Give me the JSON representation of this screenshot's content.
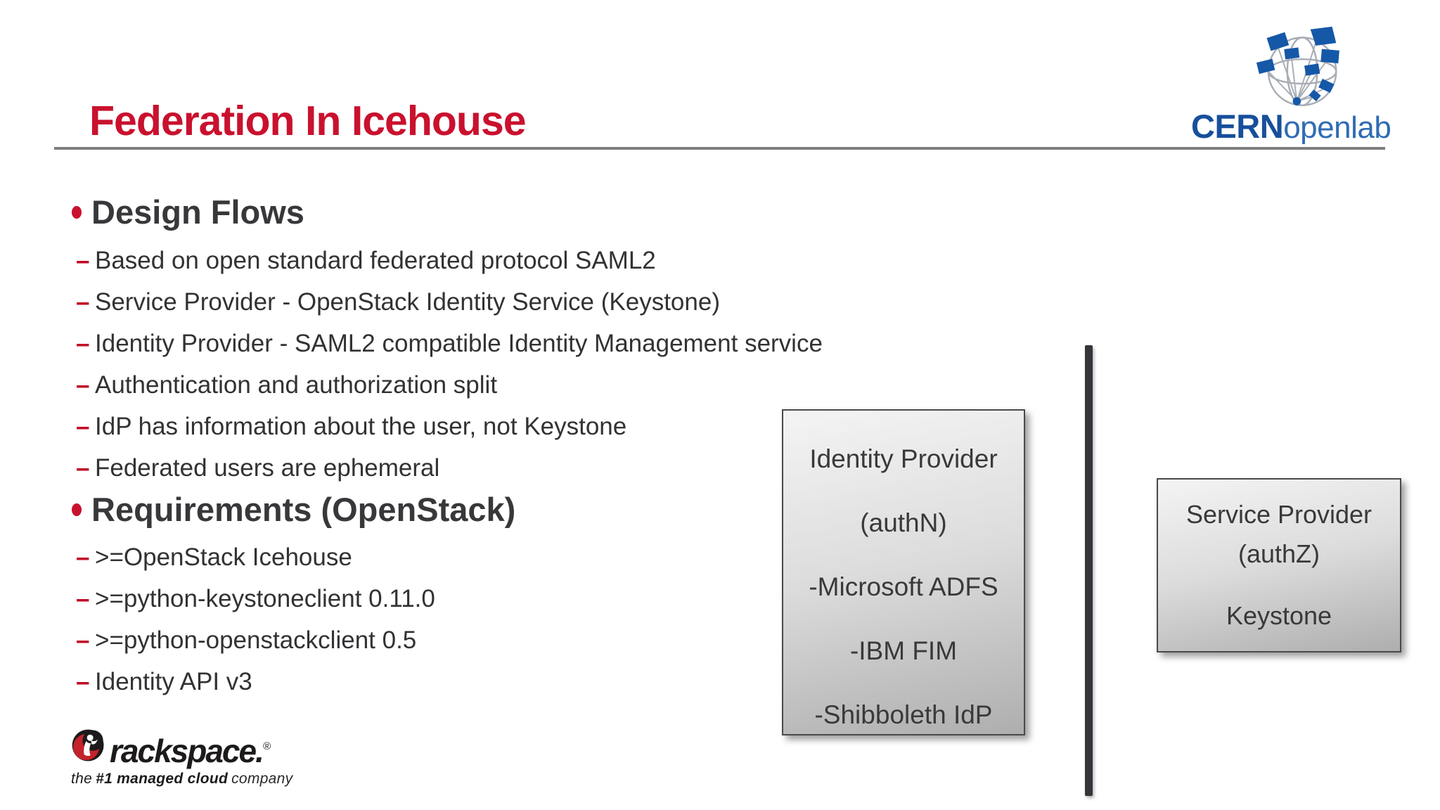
{
  "title": "Federation In Icehouse",
  "sections": [
    {
      "heading": "Design Flows",
      "items": [
        "Based on open standard federated protocol SAML2",
        "Service Provider - OpenStack Identity Service (Keystone)",
        "Identity Provider - SAML2 compatible Identity Management service",
        "Authentication and authorization split",
        "IdP has information about the user, not Keystone",
        "Federated users are ephemeral"
      ]
    },
    {
      "heading": "Requirements (OpenStack)",
      "items": [
        ">=OpenStack Icehouse",
        ">=python-keystoneclient 0.11.0",
        ">=python-openstackclient 0.5",
        "Identity API v3"
      ]
    }
  ],
  "diagram": {
    "identity_provider_box": {
      "lines": [
        "Identity Provider",
        "(authN)",
        "-Microsoft ADFS",
        "-IBM FIM",
        "-Shibboleth IdP"
      ]
    },
    "service_provider_box": {
      "lines": [
        "Service Provider",
        "(authZ)",
        "Keystone"
      ]
    }
  },
  "logos": {
    "cern": {
      "brand": "CERN",
      "suffix": "openlab"
    },
    "rackspace": {
      "brand": "rackspace.",
      "registered": "®",
      "tagline": {
        "pre": "the",
        "bold": "#1 managed cloud",
        "post": "company"
      }
    }
  },
  "icons": {
    "cern_globe": "globe-network-icon",
    "rackspace_emblem": "rackspace-emblem-icon"
  },
  "colors": {
    "title_red": "#C9112E",
    "bullet_red": "#C00A26",
    "text_dark": "#323235",
    "rule_gray": "#7F7F7F",
    "cern_blue": "#174F9C",
    "openlab_blue": "#2F6CB4",
    "flag_blue": "#1558A8",
    "box_border": "#4A4A4D",
    "divider_dark": "#35353A"
  }
}
